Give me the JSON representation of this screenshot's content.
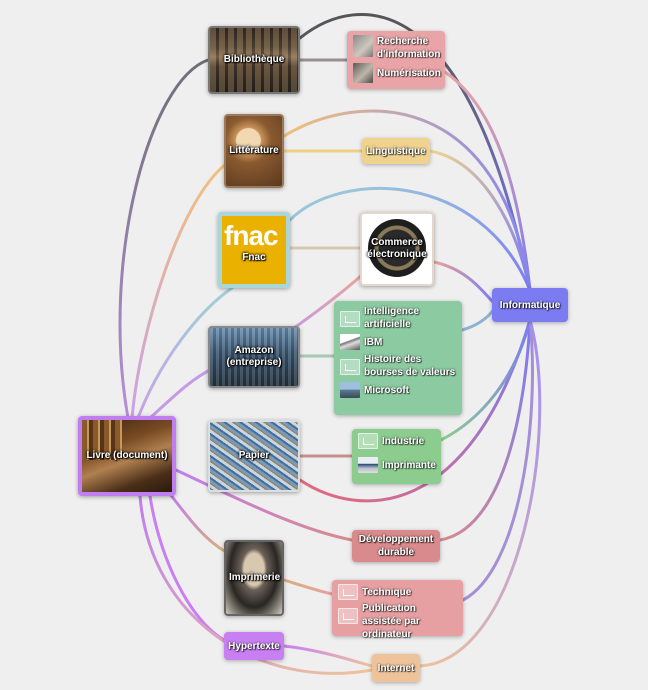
{
  "nodes": {
    "bibliotheque": {
      "label": "Bibliothèque"
    },
    "litterature": {
      "label": "Littérature"
    },
    "fnac": {
      "label": "Fnac",
      "logo_text": "fnac"
    },
    "amazon": {
      "label": "Amazon (entreprise)"
    },
    "livre": {
      "label": "Livre (document)"
    },
    "papier": {
      "label": "Papier"
    },
    "imprimerie": {
      "label": "Imprimerie"
    },
    "commerce": {
      "label": "Commerce électronique"
    }
  },
  "tags": {
    "linguistique": "Linguistique",
    "informatique": "Informatique",
    "developpement": "Développement durable",
    "hypertexte": "Hypertexte",
    "internet": "Internet"
  },
  "groups": {
    "recherche": {
      "color": "#e8a4a6",
      "items": [
        {
          "label": "Recherche d'information",
          "icon": "photo-thumb"
        },
        {
          "label": "Numérisation",
          "icon": "photo-thumb"
        }
      ]
    },
    "intelligence": {
      "color": "#8ccaa1",
      "items": [
        {
          "label": "Intelligence artificielle",
          "icon": "image-placeholder-icon"
        },
        {
          "label": "IBM",
          "icon": "photo-thumb"
        },
        {
          "label": "Histoire des bourses de valeurs",
          "icon": "image-placeholder-icon"
        },
        {
          "label": "Microsoft",
          "icon": "photo-thumb"
        }
      ]
    },
    "industrie": {
      "color": "#8ccc8f",
      "items": [
        {
          "label": "Industrie",
          "icon": "image-placeholder-icon"
        },
        {
          "label": "Imprimante",
          "icon": "photo-thumb"
        }
      ]
    },
    "technique": {
      "color": "#e7a0a2",
      "items": [
        {
          "label": "Technique",
          "icon": "image-placeholder-icon"
        },
        {
          "label": "Publication assistée par ordinateur",
          "icon": "image-placeholder-icon"
        }
      ]
    }
  },
  "colors": {
    "background": "#efefef",
    "informatique": "#7b7bf2",
    "livre_border": "#c07ef0",
    "linguistique": "#efd28e",
    "developpement": "#d88a8c",
    "hypertexte": "#c77ff2",
    "internet": "#efc39a",
    "fnac_tile": "#eab100",
    "fnac_border": "#a9d6d9"
  }
}
